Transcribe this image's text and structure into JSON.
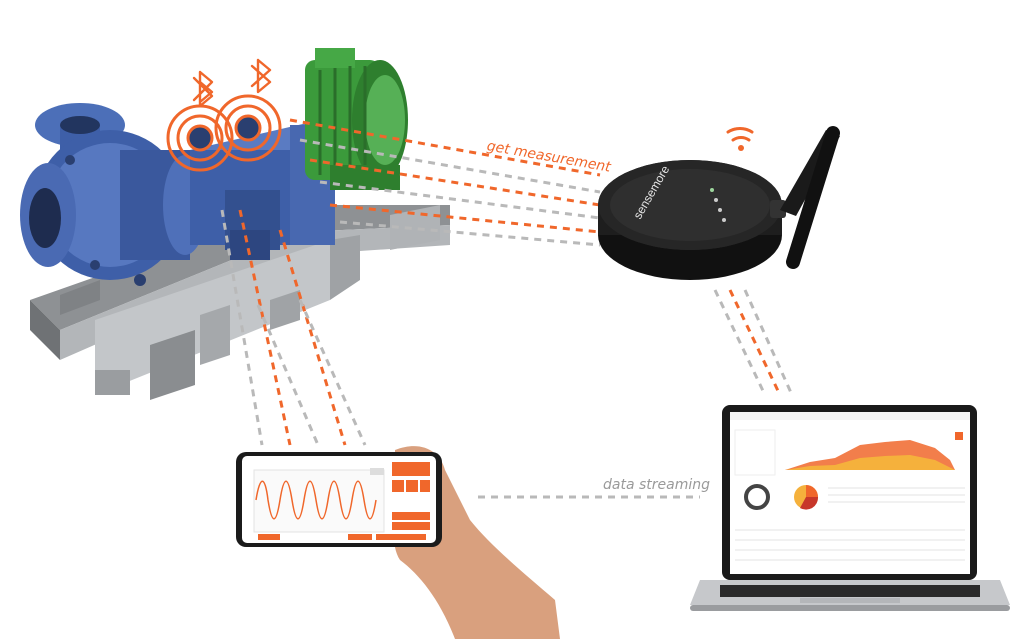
{
  "labels": {
    "get_measurement": "get measurement",
    "data_streaming": "data streaming"
  },
  "gateway": {
    "brand": "sensemore"
  },
  "colors": {
    "accent": "#F0672B",
    "arrow_gray": "#B9B9B9",
    "pump_blue": "#3E5FA8",
    "motor_green": "#3B9A3B",
    "frame_steel": "#A8ABAE",
    "device_black": "#1E1E1E",
    "measure_text": "#F0672B",
    "stream_text": "#9A9A9A"
  },
  "icons": [
    "bluetooth-icon",
    "wifi-icon"
  ]
}
